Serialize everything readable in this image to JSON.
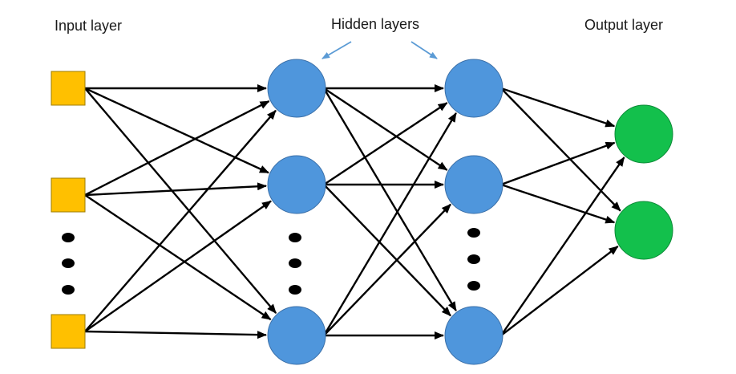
{
  "labels": {
    "input": "Input layer",
    "hidden": "Hidden layers",
    "output": "Output layer"
  },
  "colors": {
    "input_node": "#FFC000",
    "input_node_stroke": "#9c7c00",
    "hidden_node": "#4F96DC",
    "hidden_node_stroke": "#3a6fa8",
    "output_node": "#13C04C",
    "output_node_stroke": "#0c8a37",
    "edge": "#000000",
    "pointer_arrow": "#5b9bd5",
    "ellipsis_dot": "#000000"
  },
  "layers": [
    {
      "name": "input",
      "shape": "square",
      "visible_nodes": 3,
      "has_ellipsis": true
    },
    {
      "name": "hidden-1",
      "shape": "circle",
      "visible_nodes": 3,
      "has_ellipsis": true
    },
    {
      "name": "hidden-2",
      "shape": "circle",
      "visible_nodes": 3,
      "has_ellipsis": true
    },
    {
      "name": "output",
      "shape": "circle",
      "visible_nodes": 2,
      "has_ellipsis": false
    }
  ],
  "connectivity": "fully-connected"
}
